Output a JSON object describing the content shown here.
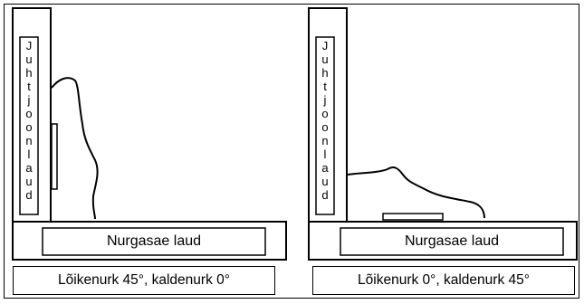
{
  "panels": [
    {
      "guide_label": "Juhtjoonlaud",
      "saw_label": "Nurgasae laud",
      "caption": "Lõikenurk 45°, kaldenurk 0°"
    },
    {
      "guide_label": "Juhtjoonlaud",
      "saw_label": "Nurgasae laud",
      "caption": "Lõikenurk 0°, kaldenurk 45°"
    }
  ]
}
